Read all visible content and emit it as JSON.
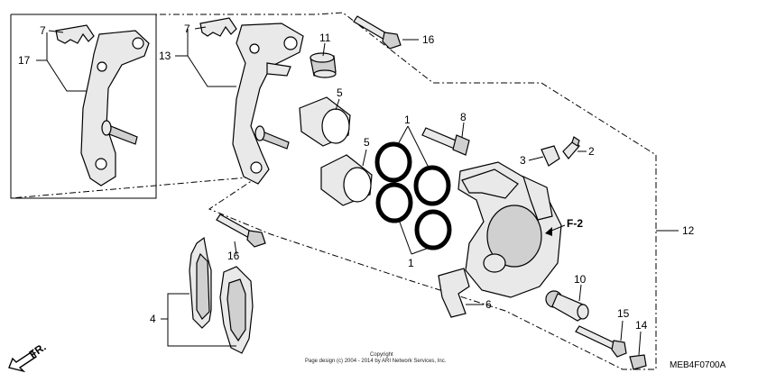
{
  "diagram": {
    "code": "MEB4F0700A",
    "copyright_line1": "Copyright",
    "copyright_line2": "Page design (c) 2004 - 2014 by ARI Network Services, Inc.",
    "front_label": "FR.",
    "ref_label": "F-2"
  },
  "callouts": {
    "c1_top": "1",
    "c1_bottom": "1",
    "c2": "2",
    "c3": "3",
    "c4": "4",
    "c5_top": "5",
    "c5_bottom": "5",
    "c6": "6",
    "c7_left": "7",
    "c7_mid": "7",
    "c8": "8",
    "c10": "10",
    "c11": "11",
    "c12": "12",
    "c13": "13",
    "c14": "14",
    "c15": "15",
    "c16_top": "16",
    "c16_mid": "16",
    "c17": "17"
  }
}
